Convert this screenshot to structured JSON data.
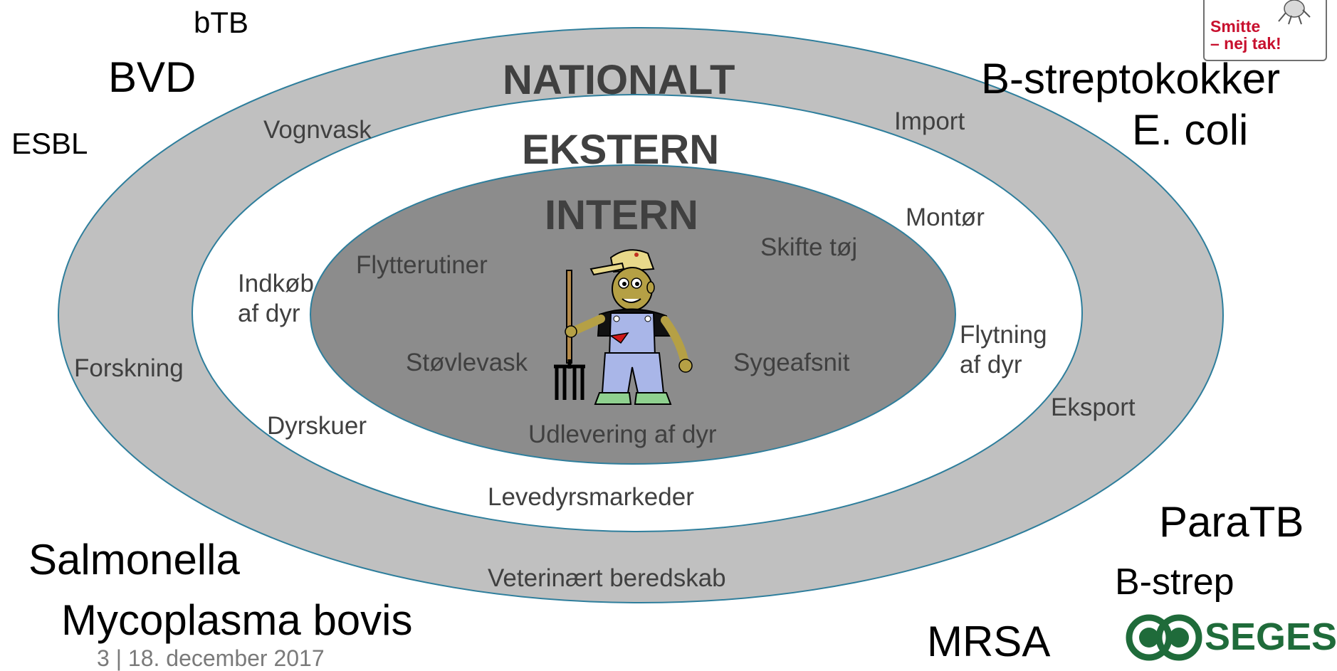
{
  "rings": {
    "outer_title": "NATIONALT",
    "middle_title": "EKSTERN",
    "inner_title": "INTERN",
    "colors": {
      "outer": "#c0c0c0",
      "middle": "#ffffff",
      "inner": "#8c8c8c",
      "outline": "#2e7e9c",
      "text": "#404040"
    }
  },
  "inner_labels": {
    "flytterutiner": "Flytterutiner",
    "skifte_toj": "Skifte tøj",
    "stovlevask": "Støvlevask",
    "sygeafsnit": "Sygeafsnit",
    "udlevering": "Udlevering af dyr"
  },
  "middle_labels": {
    "vognvask": "Vognvask",
    "import": "Import",
    "montor": "Montør",
    "indkob": "Indkøb\naf dyr",
    "flytning": "Flytning\naf dyr",
    "dyrskuer": "Dyrskuer",
    "levedyrsmarkeder": "Levedyrsmarkeder"
  },
  "outer_labels": {
    "forskning": "Forskning",
    "eksport": "Eksport",
    "veterinaert": "Veterinært beredskab"
  },
  "diseases": {
    "btb": "bTB",
    "bvd": "BVD",
    "esbl": "ESBL",
    "b_streptokokker": "B-streptokokker",
    "e_coli": "E. coli",
    "salmonella": "Salmonella",
    "mycoplasma": "Mycoplasma bovis",
    "paratb": "ParaTB",
    "b_strep": "B-strep",
    "mrsa": "MRSA"
  },
  "footer": {
    "text": "3   |   18. december 2017"
  },
  "logos": {
    "smitte_line1": "Smitte",
    "smitte_line2": "– nej tak!",
    "seges_word": "SEGES",
    "seges_color": "#1f6b3a",
    "smitte_color": "#c8102e"
  },
  "icons": {
    "farmer": "farmer-with-pitchfork-icon",
    "bug": "bug-icon",
    "seges_mark": "seges-rings-icon"
  }
}
